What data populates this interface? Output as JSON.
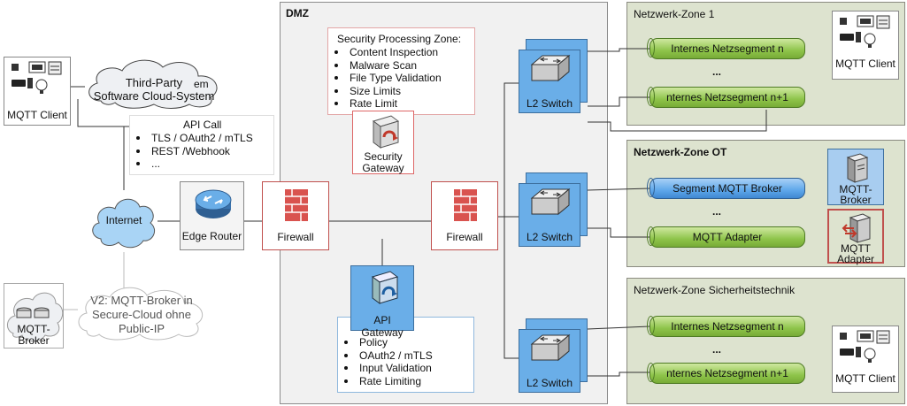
{
  "mqtt_client_left": {
    "label": "MQTT Client"
  },
  "cloud": {
    "line1": "Third-Party",
    "line2": "Software Cloud-System",
    "fragment": "em"
  },
  "api_call": {
    "title": "API Call",
    "items": [
      "TLS / OAuth2 / mTLS",
      "REST /Webhook",
      "..."
    ]
  },
  "internet": {
    "label": "Internet"
  },
  "edge_router": {
    "label": "Edge Router"
  },
  "mqtt_broker_v2": {
    "label_line1": "MQTT-",
    "label_line2": "Broker",
    "note_line1": "V2: MQTT-Broker in",
    "note_line2": "Secure-Cloud ohne",
    "note_line3": "Public-IP"
  },
  "dmz": {
    "title": "DMZ",
    "security_zone": {
      "title": "Security Processing Zone:",
      "items": [
        "Content Inspection",
        "Malware Scan",
        "File Type Validation",
        "Size Limits",
        "Rate Limit"
      ]
    },
    "security_gateway": {
      "line1": "Security",
      "line2": "Gateway"
    },
    "firewall_outer": {
      "label": "Firewall"
    },
    "firewall_inner": {
      "label": "Firewall"
    },
    "api_gateway": {
      "label": "API Gateway",
      "items": [
        "Policy",
        "OAuth2 / mTLS",
        "Input Validation",
        "Rate Limiting"
      ]
    },
    "switches": [
      {
        "label": "L2 Switch"
      },
      {
        "label": "L2 Switch"
      },
      {
        "label": "L2 Switch"
      }
    ]
  },
  "zone1": {
    "title": "Netzwerk-Zone 1",
    "segments": [
      "Internes Netzsegment n",
      "nternes Netzsegment n+1"
    ],
    "ellipsis": "...",
    "client": "MQTT Client"
  },
  "zone_ot": {
    "title": "Netzwerk-Zone OT",
    "segments": [
      "Segment MQTT Broker",
      "MQTT Adapter"
    ],
    "ellipsis": "...",
    "broker_line1": "MQTT-",
    "broker_line2": "Broker",
    "adapter_line1": "MQTT",
    "adapter_line2": "Adapter"
  },
  "zone_safety": {
    "title": "Netzwerk-Zone Sicherheitstechnik",
    "segments": [
      "Internes Netzsegment n",
      "nternes Netzsegment n+1"
    ],
    "ellipsis": "...",
    "client": "MQTT Client"
  },
  "colors": {
    "zone_bg": "#dde3cf",
    "dmz_bg": "#f1f1f1",
    "switch_blue": "#6aaee8",
    "firewall_red": "#c0504d",
    "segment_green": "#8ec44a",
    "segment_blue": "#5ea7ea"
  }
}
